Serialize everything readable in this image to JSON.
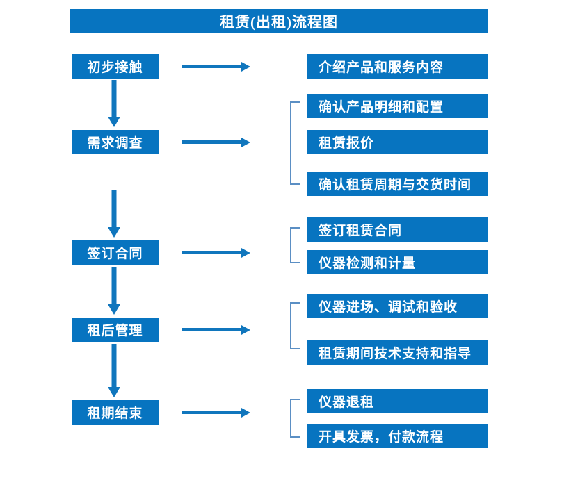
{
  "title": {
    "label": "租赁(出租)流程图"
  },
  "colors": {
    "box_fill": "#0774c0",
    "box_text": "#ffffff",
    "arrow": "#1076bd",
    "bracket": "#5b8fc4",
    "background": "#ffffff"
  },
  "stages": [
    {
      "label": "初步接触"
    },
    {
      "label": "需求调查"
    },
    {
      "label": "签订合同"
    },
    {
      "label": "租后管理"
    },
    {
      "label": "租期结束"
    }
  ],
  "details": [
    {
      "label": "介绍产品和服务内容"
    },
    {
      "label": "确认产品明细和配置"
    },
    {
      "label": "租赁报价"
    },
    {
      "label": "确认租赁周期与交货时间"
    },
    {
      "label": "签订租赁合同"
    },
    {
      "label": "仪器检测和计量"
    },
    {
      "label": "仪器进场、调试和验收"
    },
    {
      "label": "租赁期间技术支持和指导"
    },
    {
      "label": "仪器退租"
    },
    {
      "label": "开具发票，付款流程"
    }
  ],
  "groups": [
    {
      "stage": "需求调查",
      "items": [
        "确认产品明细和配置",
        "租赁报价",
        "确认租赁周期与交货时间"
      ]
    },
    {
      "stage": "签订合同",
      "items": [
        "签订租赁合同",
        "仪器检测和计量"
      ]
    },
    {
      "stage": "租后管理",
      "items": [
        "仪器进场、调试和验收",
        "租赁期间技术支持和指导"
      ]
    },
    {
      "stage": "租期结束",
      "items": [
        "仪器退租",
        "开具发票，付款流程"
      ]
    }
  ],
  "connectors": {
    "vertical_arrow_icon": "arrow-down-icon",
    "horizontal_arrow_icon": "arrow-right-icon",
    "bracket_icon": "bracket-left-icon"
  }
}
